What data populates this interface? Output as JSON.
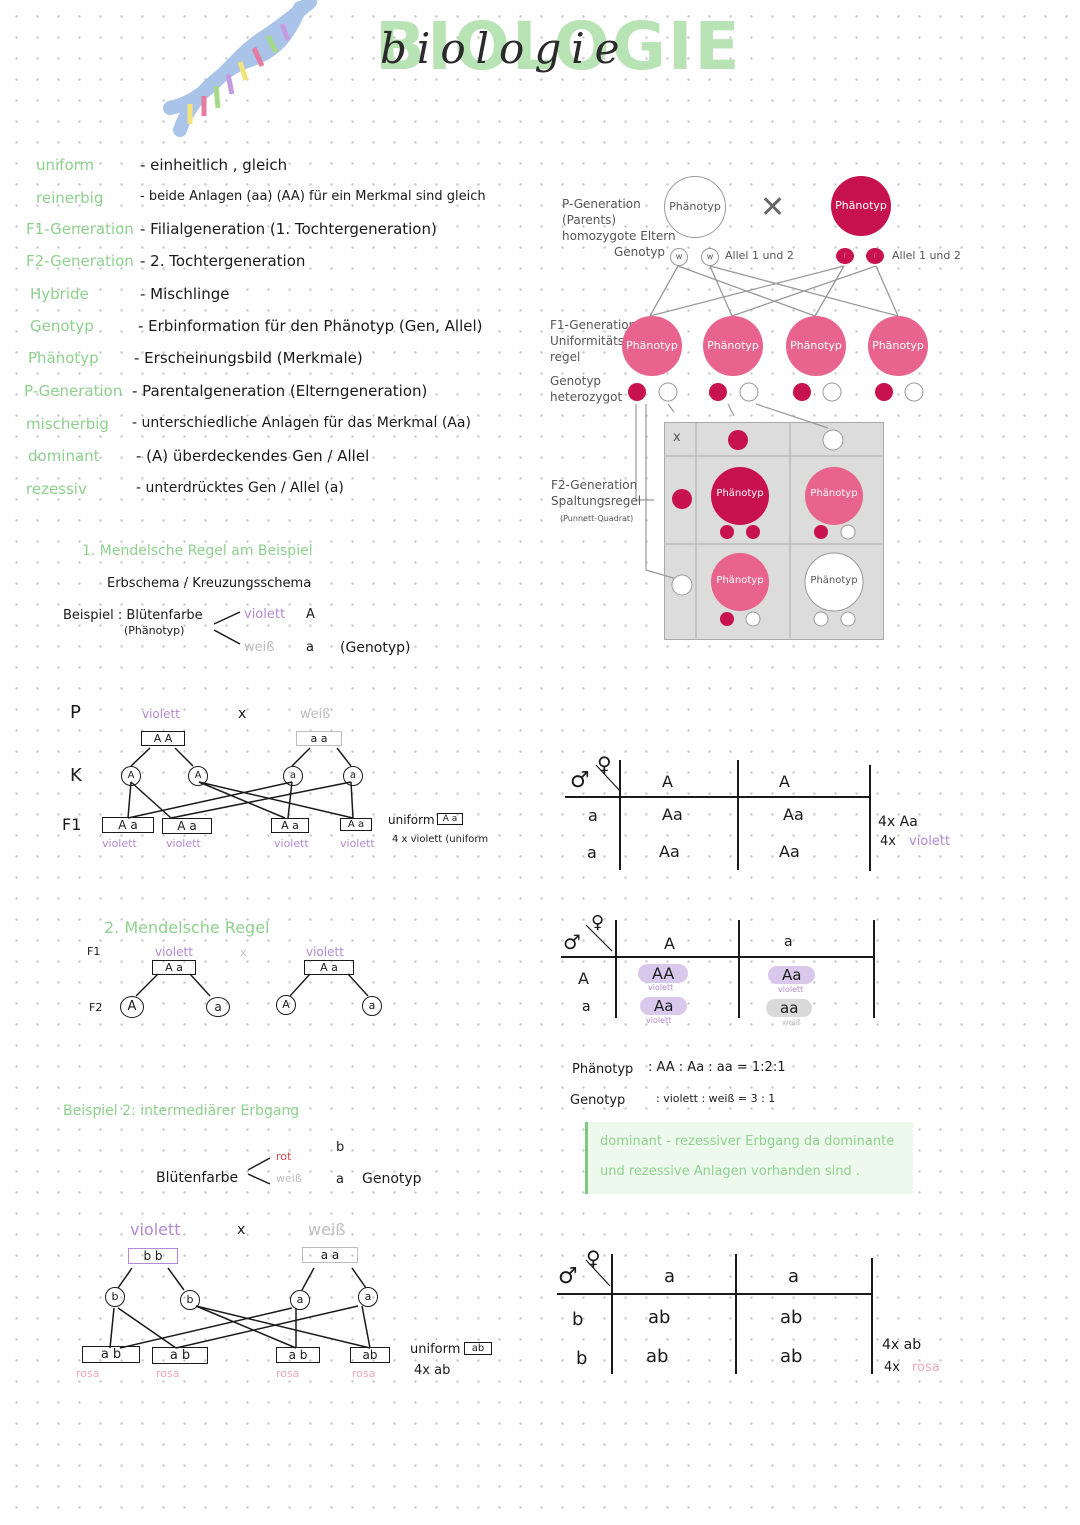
{
  "header": {
    "title": "BIOLOGIE",
    "script_title": "biologie"
  },
  "definitions": [
    {
      "term": "uniform",
      "text": "- einheitlich , gleich"
    },
    {
      "term": "reinerbig",
      "text": "- beide Anlagen (aa) (AA) für ein Merkmal sind gleich"
    },
    {
      "term": "F1-Generation",
      "text": "- Filialgeneration (1. Tochtergeneration)"
    },
    {
      "term": "F2-Generation",
      "text": "- 2. Tochtergeneration"
    },
    {
      "term": "Hybride",
      "text": "- Mischlinge"
    },
    {
      "term": "Genotyp",
      "text": "- Erbinformation für den Phänotyp (Gen, Allel)"
    },
    {
      "term": "Phänotyp",
      "text": "- Erscheinungsbild (Merkmale)"
    },
    {
      "term": "P-Generation",
      "text": "- Parentalgeneration (Elterngeneration)"
    },
    {
      "term": "mischerbig",
      "text": "- unterschiedliche Anlagen für das Merkmal (Aa)"
    },
    {
      "term": "dominant",
      "text": "- (A) überdeckendes Gen / Allel"
    },
    {
      "term": "rezessiv",
      "text": "- unterdrücktes Gen / Allel (a)"
    }
  ],
  "section1": {
    "heading": "1. Mendelsche Regel am Beispiel",
    "subheading": "Erbschema / Kreuzungsschema",
    "example_label": "Beispiel : Blütenfarbe",
    "example_sub": "(Phänotyp)",
    "violett": "violett",
    "A": "A",
    "weiss": "weiß",
    "a": "a",
    "genotyp": "(Genotyp)",
    "row_P": "P",
    "row_K": "K",
    "row_F1": "F1",
    "p_left_label": "violett",
    "p_left_box": "A A",
    "cross": "x",
    "p_right_label": "weiß",
    "p_right_box": "a a",
    "gametes": [
      "A",
      "A",
      "a",
      "a"
    ],
    "f1_boxes": [
      "A a",
      "A a",
      "A a",
      "A a"
    ],
    "f1_labels": [
      "violett",
      "violett",
      "violett",
      "violett"
    ],
    "uniform_label": "uniform",
    "uniform_box": "A a",
    "uniform_note": "4 x violett (uniform"
  },
  "diagram": {
    "p_generation": "P-Generation",
    "parents": "(Parents)",
    "homozygous": "homozygote Eltern",
    "genotype": "Genotyp",
    "phenotype": "Phänotyp",
    "allel": "Allel 1 und 2",
    "w": "w",
    "r": "r",
    "f1_generation": "F1-Generation",
    "uniform1": "Uniformitäts-",
    "uniform2": "regel",
    "genotype2": "Genotyp",
    "heterozygous": "heterozygot",
    "f2_generation": "F2-Generation",
    "split_rule": "Spaltungsregel",
    "punnett": "(Punnett-Quadrat)",
    "x": "x",
    "colors": {
      "dark": "#c8124f",
      "mid": "#e8638d",
      "light_fill": "#ffffff",
      "grid_bg": "#dcdcdc"
    }
  },
  "table1": {
    "symbol_m": "♂",
    "symbol_f": "♀",
    "col_headers": [
      "A",
      "A"
    ],
    "rows": [
      {
        "head": "a",
        "cells": [
          "Aa",
          "Aa"
        ]
      },
      {
        "head": "a",
        "cells": [
          "Aa",
          "Aa"
        ]
      }
    ],
    "note1": "4x Aa",
    "note2_prefix": "4x",
    "note2_color": "violett"
  },
  "section2": {
    "heading": "2. Mendelsche Regel",
    "f1": "F1",
    "f2": "F2",
    "left_label": "violett",
    "left_box": "A a",
    "cross": "x",
    "right_label": "violett",
    "right_box": "A a",
    "gametes": [
      "A",
      "a",
      "A",
      "a"
    ]
  },
  "table2": {
    "symbol_m": "♂",
    "symbol_f": "♀",
    "col_headers": [
      "A",
      "a"
    ],
    "rows": [
      {
        "head": "A",
        "cells": [
          {
            "v": "AA",
            "l": "violett"
          },
          {
            "v": "Aa",
            "l": "violett"
          }
        ]
      },
      {
        "head": "a",
        "cells": [
          {
            "v": "Aa",
            "l": "violett"
          },
          {
            "v": "aa",
            "l": "weiß"
          }
        ]
      }
    ]
  },
  "ratios": {
    "pheno_label": "Phänotyp",
    "pheno_value": ": AA : Aa : aa = 1:2:1",
    "geno_label": "Genotyp",
    "geno_value": ": violett : weiß = 3 : 1"
  },
  "note": {
    "line1": "dominant - rezessiver Erbgang da dominante",
    "line2": "und rezessive Anlagen vorhanden sind ."
  },
  "section3": {
    "heading": "Beispiel 2: intermediärer Erbgang",
    "b": "b",
    "rot": "rot",
    "bluetenfarbe": "Blütenfarbe",
    "weiss": "weiß",
    "a": "a",
    "genotyp": "Genotyp",
    "left_label": "violett",
    "left_box": "b b",
    "cross": "x",
    "right_label": "weiß",
    "right_box": "a a",
    "gametes": [
      "b",
      "b",
      "a",
      "a"
    ],
    "f1_boxes": [
      "a b",
      "a b",
      "a b",
      "ab"
    ],
    "f1_labels": [
      "rosa",
      "rosa",
      "rosa",
      "rosa"
    ],
    "uniform_label": "uniform",
    "uniform_box": "ab",
    "uniform_note": "4x ab"
  },
  "table3": {
    "symbol_m": "♂",
    "symbol_f": "♀",
    "col_headers": [
      "a",
      "a"
    ],
    "rows": [
      {
        "head": "b",
        "cells": [
          "ab",
          "ab"
        ]
      },
      {
        "head": "b",
        "cells": [
          "ab",
          "ab"
        ]
      }
    ],
    "note1": "4x ab",
    "note2_prefix": "4x",
    "note2_color": "rosa"
  }
}
